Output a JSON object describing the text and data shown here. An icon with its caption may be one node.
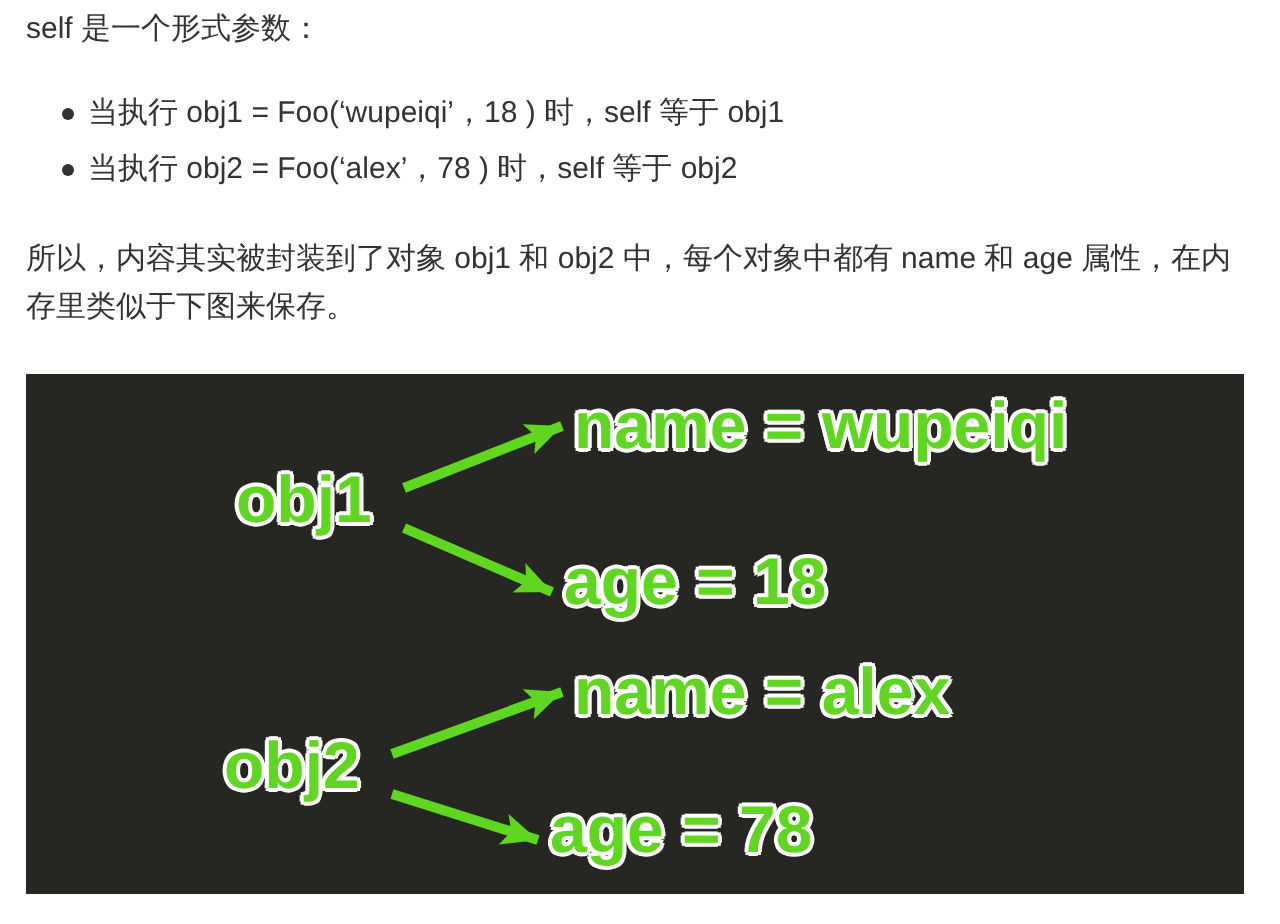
{
  "diagram": {
    "nodes": [
      {
        "text": [
          "obj1"
        ]
      },
      {
        "text": [
          "name = wupeiqi"
        ]
      },
      {
        "text": [
          "age = 18"
        ]
      },
      {
        "text": [
          "obj2"
        ]
      },
      {
        "text": [
          "name = alex"
        ]
      },
      {
        "text": [
          "age = 78"
        ]
      }
    ],
    "edges": [
      {
        "from": 0,
        "to": 1,
        "arrow": "to"
      },
      {
        "from": 0,
        "to": 2,
        "arrow": "to"
      },
      {
        "from": 3,
        "to": 4,
        "arrow": "to"
      },
      {
        "from": 3,
        "to": 5,
        "arrow": "to"
      }
    ],
    "labels": [
      "self 是一个形式参数：",
      "当执行 obj1 = Foo(‘wupeiqi’，18 ) 时，self 等于 obj1",
      "当执行 obj2 = Foo(‘alex’，78 ) 时，self 等于 obj2",
      "所以，内容其实被封装到了对象 obj1 和 obj2 中，每个对象中都有 name 和 age 属性，在内存里类似于下图来保存。"
    ]
  }
}
